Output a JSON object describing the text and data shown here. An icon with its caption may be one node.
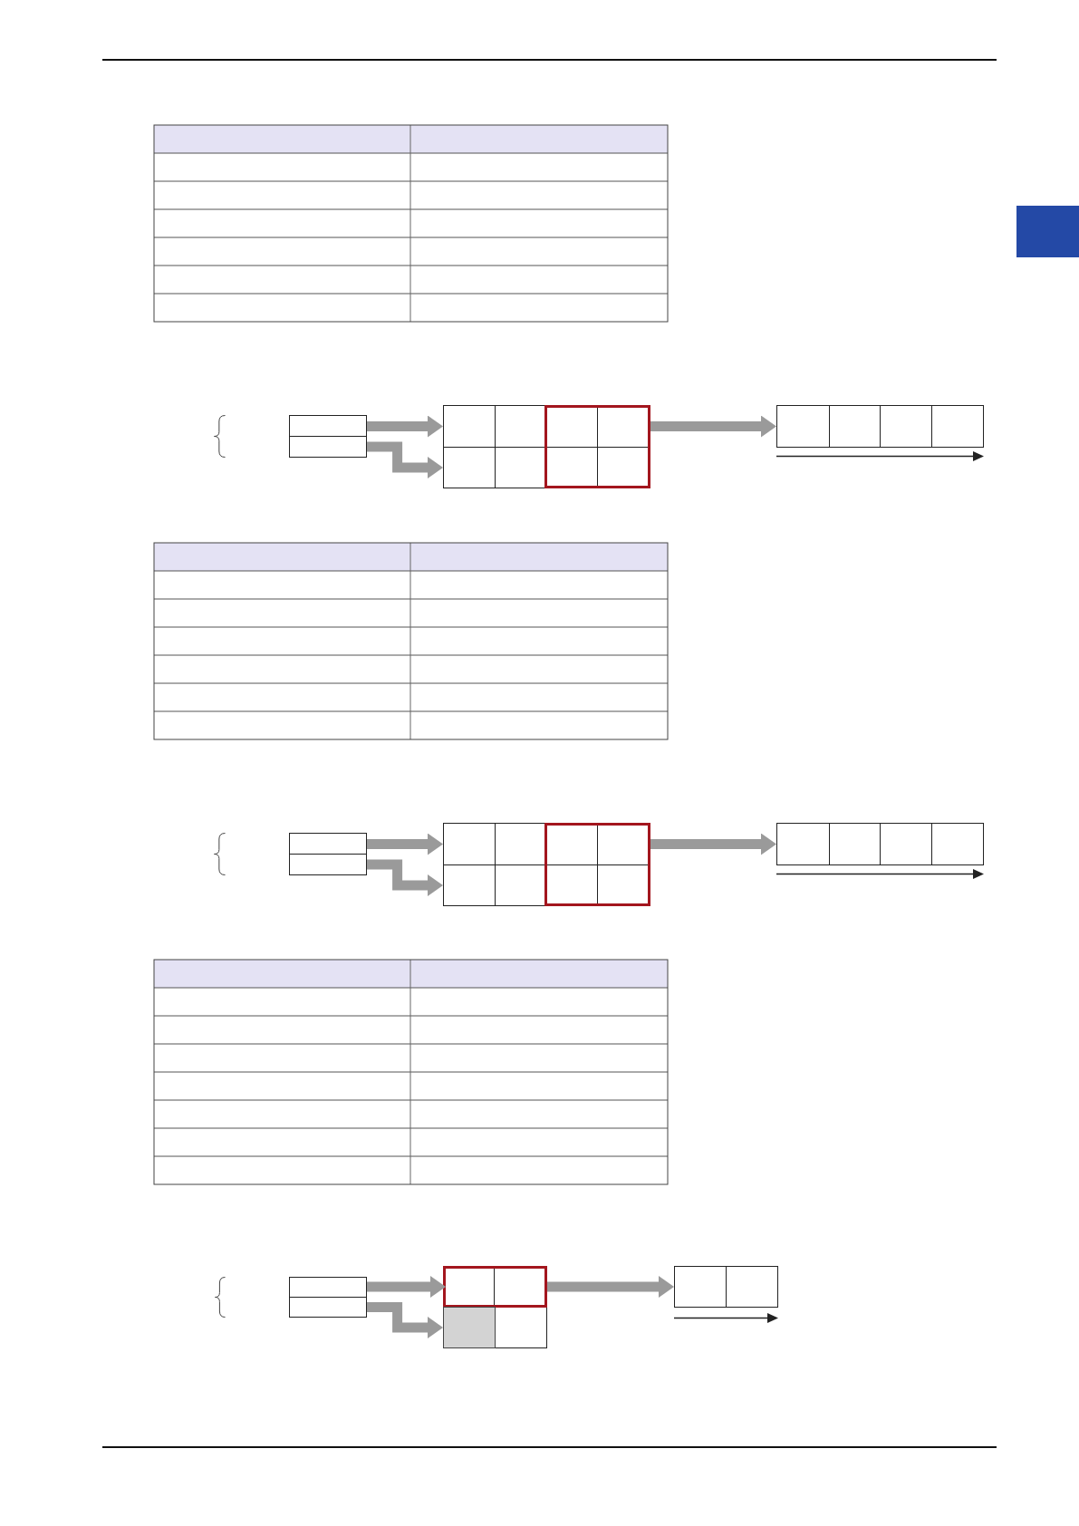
{
  "diagram": {
    "nodes": [
      {
        "text": [],
        "shape": "box"
      },
      {
        "text": [],
        "shape": "box"
      },
      {
        "text": [],
        "shape": "box"
      },
      {
        "text": [],
        "shape": "box"
      },
      {
        "text": [],
        "shape": "box"
      },
      {
        "text": [],
        "shape": "box"
      },
      {
        "text": [],
        "shape": "box"
      },
      {
        "text": [],
        "shape": "box"
      },
      {
        "text": [],
        "shape": "box"
      },
      {
        "text": [],
        "shape": "box"
      },
      {
        "text": [],
        "shape": "box"
      },
      {
        "text": [],
        "shape": "box"
      },
      {
        "text": [],
        "shape": "box"
      },
      {
        "text": [],
        "shape": "box"
      },
      {
        "text": [],
        "shape": "box"
      },
      {
        "text": [],
        "shape": "box",
        "in": 14
      },
      {
        "text": [],
        "shape": "box"
      },
      {
        "text": [],
        "shape": "box"
      }
    ],
    "edges": [
      {
        "from": 0,
        "to": 2,
        "arrow": "to"
      },
      {
        "from": 1,
        "to": 3,
        "arrow": "to"
      },
      {
        "from": 4,
        "to": 5,
        "arrow": "to"
      },
      {
        "from": 6,
        "to": 8,
        "arrow": "to"
      },
      {
        "from": 7,
        "to": 9,
        "arrow": "to"
      },
      {
        "from": 10,
        "to": 11,
        "arrow": "to"
      },
      {
        "from": 12,
        "to": 15,
        "arrow": "to"
      },
      {
        "from": 13,
        "to": 16,
        "arrow": "to"
      },
      {
        "from": 14,
        "to": 17,
        "arrow": "to"
      }
    ]
  }
}
